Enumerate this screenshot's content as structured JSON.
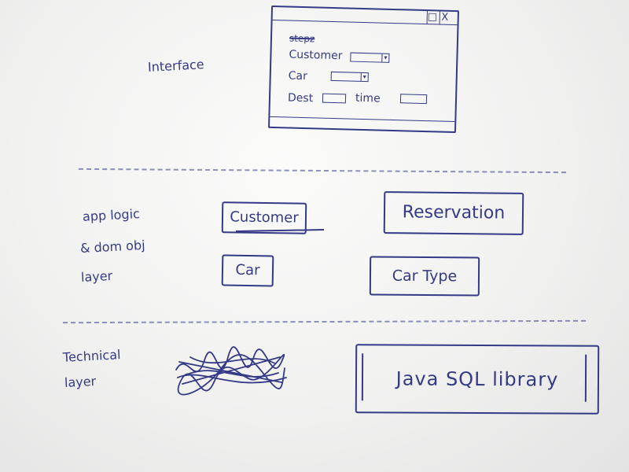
{
  "interface_layer": {
    "label": "Interface",
    "window": {
      "title_buttons": [
        "□",
        "X"
      ],
      "struck_word": "stepz",
      "fields": {
        "customer_label": "Customer",
        "car_label": "Car",
        "dest_label": "Dest",
        "time_label": "time"
      }
    }
  },
  "app_layer": {
    "label_lines": [
      "app logic",
      "& dom obj",
      "layer"
    ],
    "boxes": {
      "customer": "Customer",
      "reservation": "Reservation",
      "car": "Car",
      "car_type": "Car Type"
    }
  },
  "technical_layer": {
    "label_lines": [
      "Technical",
      "layer"
    ],
    "library": "Java SQL library"
  },
  "colors": {
    "ink": "#343a86",
    "paper": "#f1f1f0"
  }
}
